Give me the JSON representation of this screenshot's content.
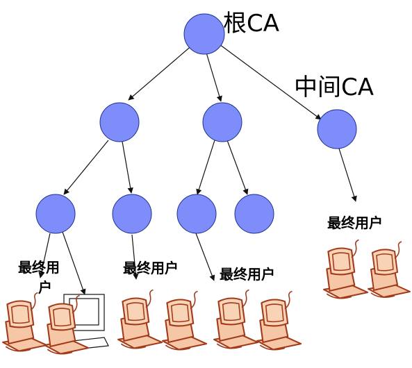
{
  "labels": {
    "root_ca": "根CA",
    "intermediate_ca": "中间CA",
    "end_user": "最终用户"
  },
  "end_user_labels": [
    {
      "text": "最终用户"
    },
    {
      "text": "最终用户"
    },
    {
      "text": "最终用户"
    },
    {
      "text": "最终用户"
    }
  ],
  "colors": {
    "node_fill": "#7f8dfa",
    "node_stroke": "#1d2f8f",
    "computer_fill": "#f6c7a6",
    "computer_outline": "#a23a1a"
  },
  "icons": [
    "computer-cluster-icon"
  ]
}
